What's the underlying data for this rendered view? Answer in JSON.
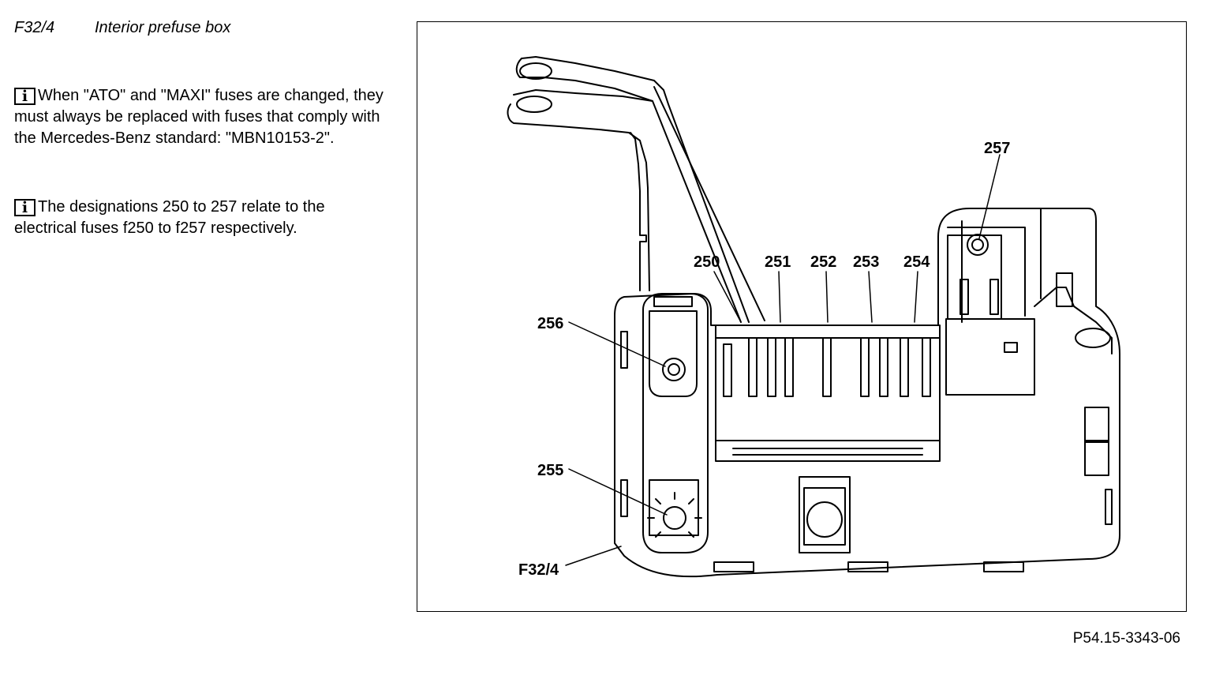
{
  "header": {
    "code": "F32/4",
    "title": "Interior prefuse box"
  },
  "notes": [
    {
      "icon": "info-icon",
      "text": "When \"ATO\" and \"MAXI\" fuses are changed, they must always be replaced with fuses that comply with the Mercedes-Benz standard: \"MBN10153-2\"."
    },
    {
      "icon": "info-icon",
      "text": "The designations 250 to 257 relate to the electrical fuses f250 to f257 respectively."
    }
  ],
  "diagram": {
    "labels": {
      "f250": "250",
      "f251": "251",
      "f252": "252",
      "f253": "253",
      "f254": "254",
      "f255": "255",
      "f256": "256",
      "f257": "257",
      "box": "F32/4"
    }
  },
  "reference": "P54.15-3343-06"
}
